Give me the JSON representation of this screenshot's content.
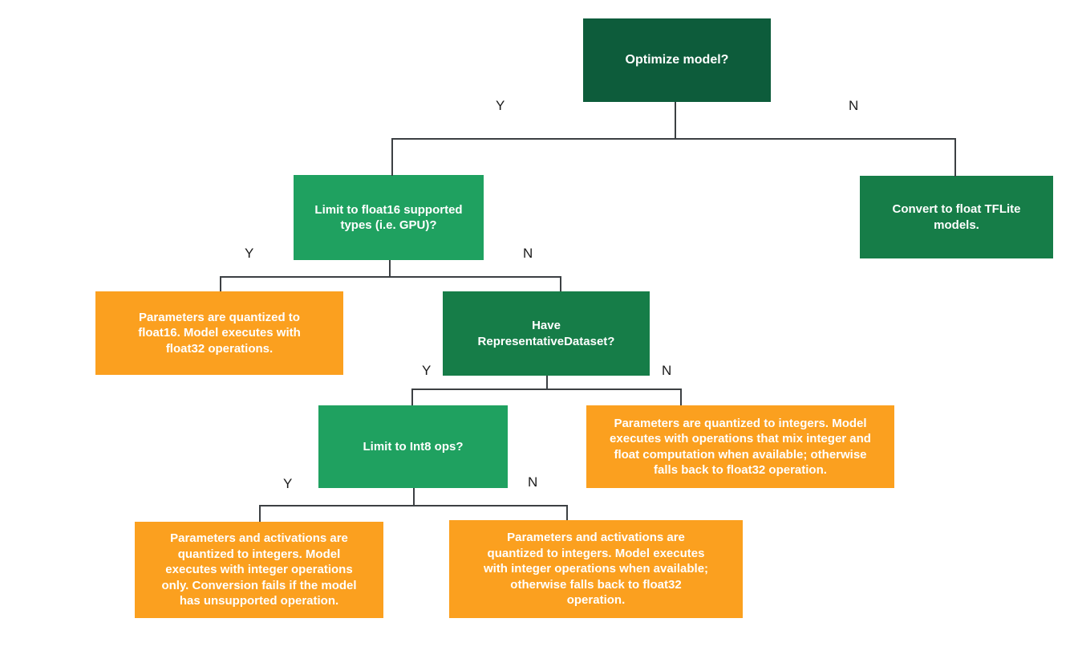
{
  "diagram": {
    "kind": "decision-flowchart",
    "colors": {
      "decision_dark_green": "#0d5c3b",
      "decision_mid_green": "#167d48",
      "decision_light_green": "#1fa160",
      "outcome_orange": "#fba01f",
      "connector_line": "#3c4043",
      "node_text": "#ffffff",
      "branch_label_text": "#1a1a1a"
    },
    "nodes": {
      "optimize": {
        "text": "Optimize model?"
      },
      "float16": {
        "text": "Limit to float16 supported\ntypes (i.e. GPU)?"
      },
      "convert_float": {
        "text": "Convert to float TFLite\nmodels."
      },
      "float16_result": {
        "text": "Parameters are quantized to\nfloat16. Model executes with\nfloat32 operations."
      },
      "rep_dataset": {
        "text": "Have\nRepresentativeDataset?"
      },
      "int8": {
        "text": "Limit to Int8 ops?"
      },
      "dynamic_result": {
        "text": "Parameters are quantized to integers. Model\nexecutes with operations that mix integer and\nfloat computation when available; otherwise\nfalls back to float32 operation."
      },
      "int8_result": {
        "text": "Parameters and activations are\nquantized to integers. Model\nexecutes with integer operations\nonly. Conversion fails if the model\nhas unsupported operation."
      },
      "intfloat_result": {
        "text": "Parameters and activations are\nquantized to integers. Model executes\nwith integer operations when available;\notherwise falls back to float32\noperation."
      }
    },
    "branch_labels": {
      "yes": "Y",
      "no": "N"
    }
  }
}
